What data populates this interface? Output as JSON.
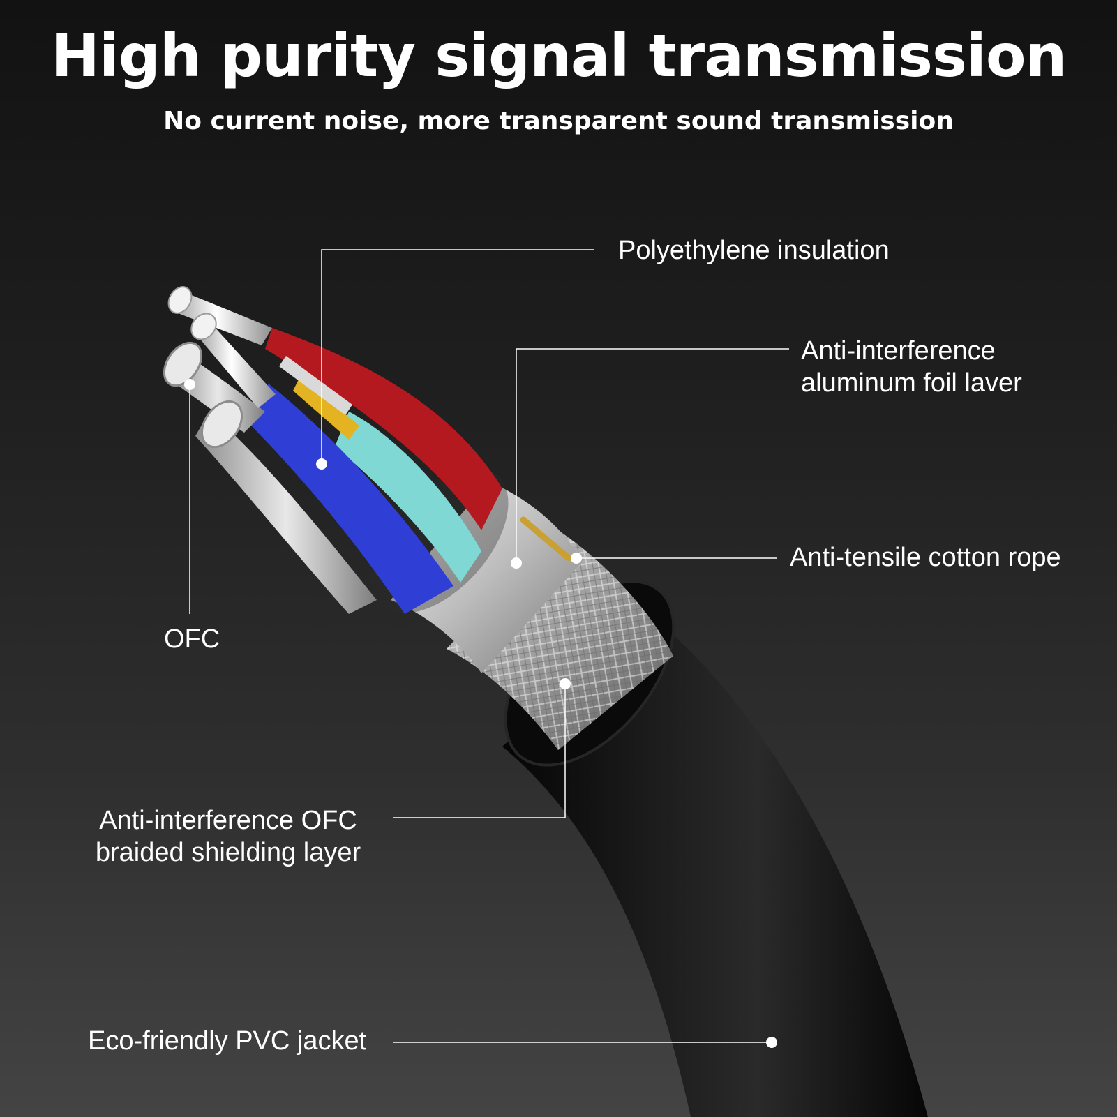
{
  "header": {
    "title": "High purity signal transmission",
    "subtitle": "No current noise, more transparent sound transmission"
  },
  "callouts": {
    "polyethylene": {
      "text": "Polyethylene insulation"
    },
    "foil": {
      "line1": "Anti-interference",
      "line2": "aluminum foil laver"
    },
    "rope": {
      "text": "Anti-tensile cotton rope"
    },
    "ofc": {
      "text": "OFC"
    },
    "braid": {
      "line1": "Anti-interference OFC",
      "line2": "braided shielding layer"
    },
    "jacket": {
      "text": "Eco-friendly PVC jacket"
    }
  },
  "colors": {
    "background_top": "#121212",
    "background_bottom": "#444444",
    "wire_red": "#b3191f",
    "wire_blue": "#2f3fd6",
    "wire_cyan": "#7fd8d4",
    "wire_yellow": "#e3b321",
    "foil_silver": "#c9c9c9",
    "jacket_black": "#0d0d0d"
  }
}
